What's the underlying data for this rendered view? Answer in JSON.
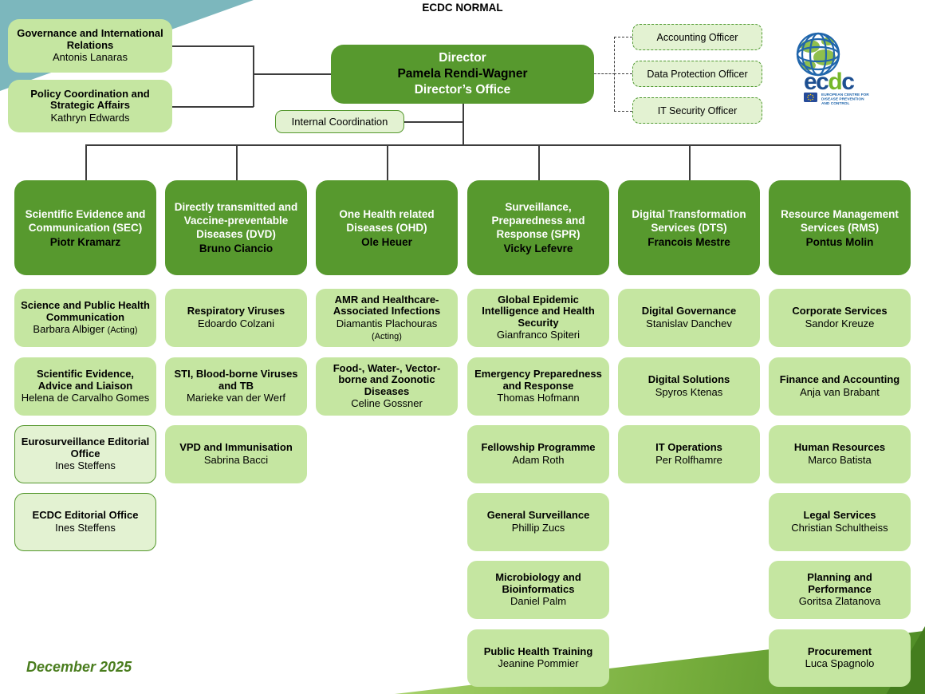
{
  "header": {
    "title": "ECDC NORMAL"
  },
  "footer": {
    "date": "December 2025"
  },
  "director": {
    "line1": "Director",
    "line2": "Pamela Rendi-Wagner",
    "line3": "Director’s Office"
  },
  "director_units": [
    {
      "title": "Governance and International Relations",
      "head": "Antonis Lanaras"
    },
    {
      "title": "Policy Coordination and Strategic Affairs",
      "head": "Kathryn Edwards"
    }
  ],
  "internal_coordination": {
    "label": "Internal Coordination"
  },
  "officers": [
    {
      "label": "Accounting Officer"
    },
    {
      "label": "Data Protection Officer"
    },
    {
      "label": "IT Security Officer"
    }
  ],
  "logo": {
    "wordmark_parts": [
      "ec",
      "d",
      "c"
    ],
    "caption_lines": [
      "EUROPEAN CENTRE FOR",
      "DISEASE PREVENTION",
      "AND CONTROL"
    ]
  },
  "colors": {
    "dept_green": "#57992e",
    "unit_green": "#c5e6a1",
    "pale_green": "#e3f2d2",
    "border_green": "#55982e",
    "teal": "#7cb7bd",
    "date_green": "#4a7d1e"
  },
  "columns": [
    {
      "department": {
        "title": "Scientific Evidence and Communication (SEC)",
        "head": "Piotr Kramarz"
      },
      "units": [
        {
          "title": "Science and Public Health Communication",
          "head": "Barbara Albiger",
          "suffix": "(Acting)"
        },
        {
          "title": "Scientific Evidence, Advice and Liaison",
          "head": "Helena de Carvalho Gomes"
        },
        {
          "title": "Eurosurveillance Editorial Office",
          "head": "Ines Steffens"
        },
        {
          "title": "ECDC Editorial Office",
          "head": "Ines Steffens"
        }
      ]
    },
    {
      "department": {
        "title": "Directly transmitted and Vaccine-preventable Diseases (DVD)",
        "head": "Bruno Ciancio"
      },
      "units": [
        {
          "title": "Respiratory Viruses",
          "head": "Edoardo Colzani"
        },
        {
          "title": "STI, Blood-borne Viruses and TB",
          "head": "Marieke van der Werf"
        },
        {
          "title": "VPD and Immunisation",
          "head": "Sabrina Bacci"
        }
      ]
    },
    {
      "department": {
        "title": "One Health related Diseases (OHD)",
        "head": "Ole Heuer"
      },
      "units": [
        {
          "title": "AMR and Healthcare-Associated Infections",
          "head": "Diamantis Plachouras",
          "suffix": "(Acting)"
        },
        {
          "title": "Food-, Water-, Vector-borne and Zoonotic Diseases",
          "head": "Celine Gossner"
        }
      ]
    },
    {
      "department": {
        "title": "Surveillance, Preparedness and Response (SPR)",
        "head": "Vicky Lefevre"
      },
      "units": [
        {
          "title": "Global Epidemic Intelligence and Health Security",
          "head": "Gianfranco Spiteri"
        },
        {
          "title": "Emergency Preparedness and Response",
          "head": "Thomas Hofmann"
        },
        {
          "title": "Fellowship Programme",
          "head": "Adam Roth"
        },
        {
          "title": "General Surveillance",
          "head": "Phillip Zucs"
        },
        {
          "title": "Microbiology and Bioinformatics",
          "head": "Daniel Palm"
        },
        {
          "title": "Public Health Training",
          "head": "Jeanine Pommier"
        }
      ]
    },
    {
      "department": {
        "title": "Digital Transformation Services (DTS)",
        "head": "Francois Mestre"
      },
      "units": [
        {
          "title": "Digital Governance",
          "head": "Stanislav Danchev"
        },
        {
          "title": "Digital Solutions",
          "head": "Spyros Ktenas"
        },
        {
          "title": "IT Operations",
          "head": "Per Rolfhamre"
        }
      ]
    },
    {
      "department": {
        "title": "Resource Management Services (RMS)",
        "head": "Pontus Molin"
      },
      "units": [
        {
          "title": "Corporate Services",
          "head": "Sandor Kreuze"
        },
        {
          "title": "Finance and Accounting",
          "head": "Anja van Brabant"
        },
        {
          "title": "Human Resources",
          "head": "Marco Batista"
        },
        {
          "title": "Legal Services",
          "head": "Christian Schultheiss"
        },
        {
          "title": "Planning and Performance",
          "head": "Goritsa Zlatanova"
        },
        {
          "title": "Procurement",
          "head": "Luca Spagnolo"
        }
      ]
    }
  ]
}
